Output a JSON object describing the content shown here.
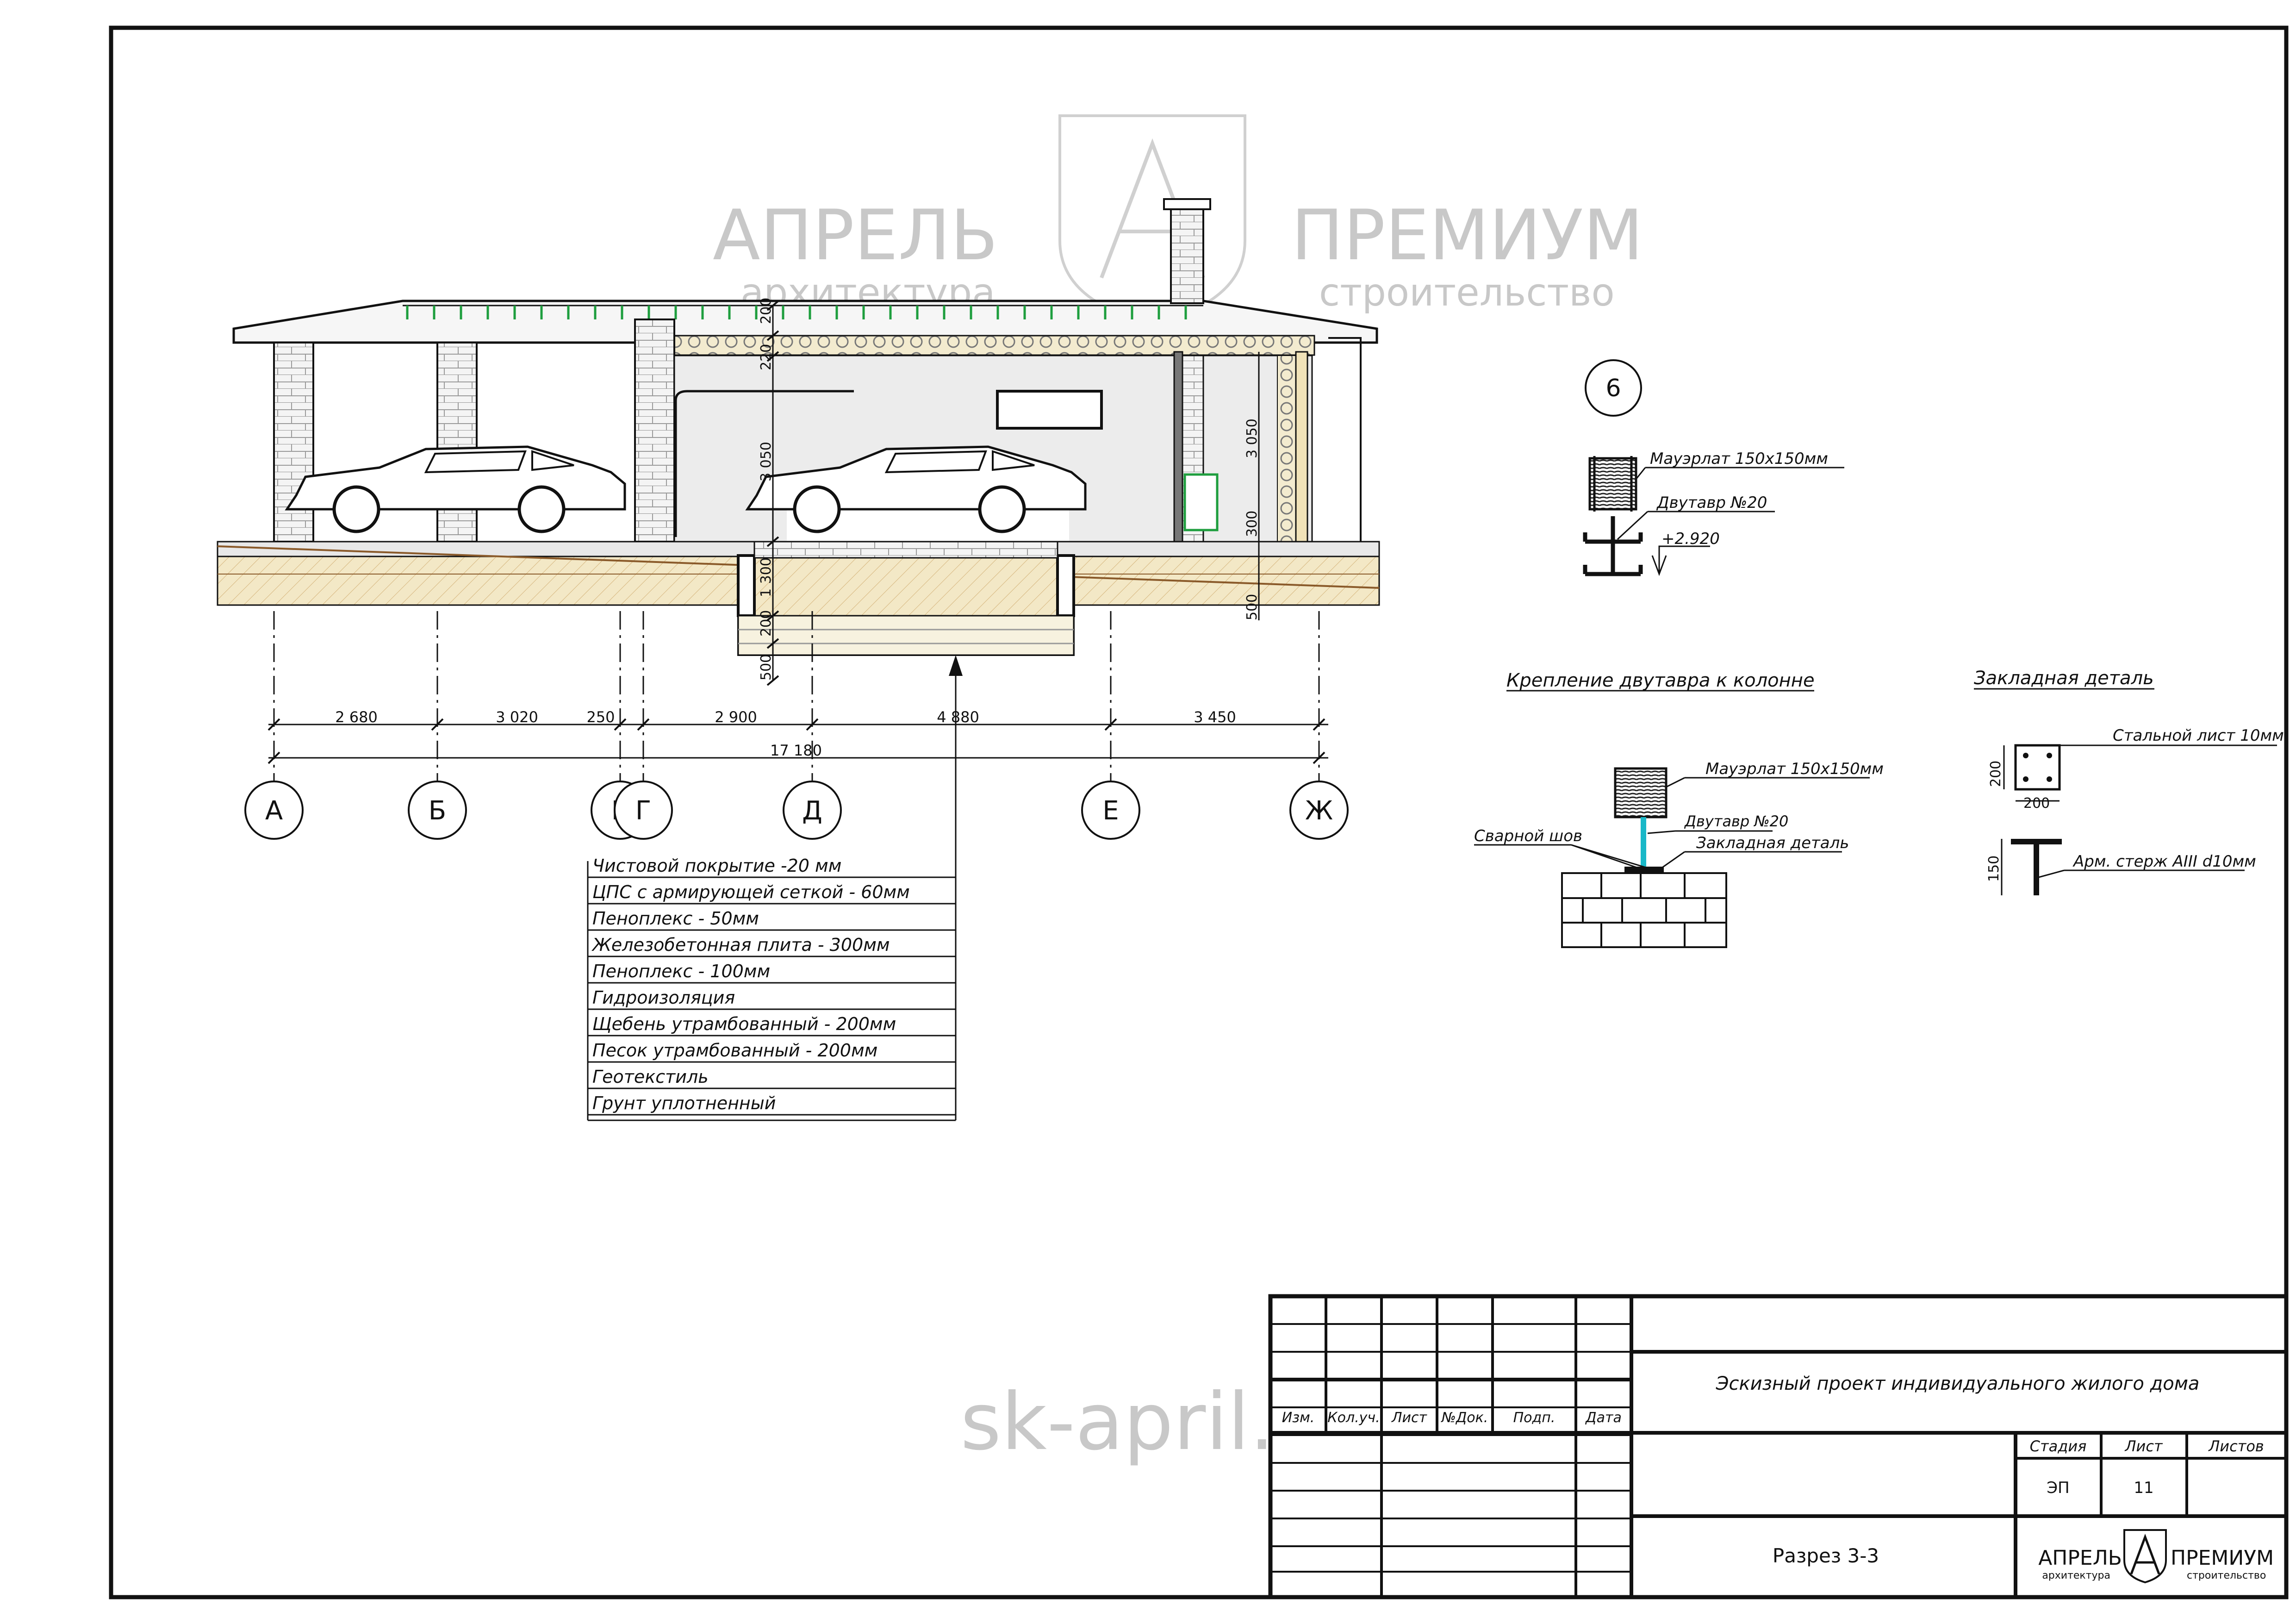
{
  "watermark": {
    "left_word": "АПРЕЛЬ",
    "left_sub": "архитектура",
    "right_word": "ПРЕМИУМ",
    "right_sub": "строительство",
    "site": "sk-april.ru"
  },
  "section": {
    "vertical_dims": [
      "200",
      "220",
      "3 050",
      "1 300",
      "200",
      "500"
    ],
    "right_dims": [
      "3 050",
      "300",
      "500"
    ],
    "horizontal_dims": [
      "2 680",
      "3 020",
      "250",
      "2 900",
      "4 880",
      "3 450"
    ],
    "total_dim": "17 180",
    "axes": [
      "А",
      "Б",
      "В",
      "Г",
      "Д",
      "Е",
      "Ж"
    ]
  },
  "layers": [
    "Чистовой покрытие -20 мм",
    "ЦПС с армирующей сеткой - 60мм",
    "Пеноплекс - 50мм",
    "Железобетонная плита - 300мм",
    "Пеноплекс - 100мм",
    "Гидроизоляция",
    "Щебень утрамбованный - 200мм",
    "Песок утрамбованный - 200мм",
    "Геотекстиль",
    "Грунт уплотненный"
  ],
  "detail6": {
    "number": "6",
    "mauerlat": "Мауэрлат 150х150мм",
    "beam": "Двутавр №20",
    "level": "+2.920"
  },
  "detail_fix": {
    "title": "Крепление двутавра к колонне",
    "mauerlat": "Мауэрлат 150х150мм",
    "beam": "Двутавр №20",
    "weld": "Сварной шов",
    "embed": "Закладная деталь"
  },
  "detail_embed": {
    "title": "Закладная деталь",
    "plate": "Стальной лист 10мм",
    "rod": "Арм. стерж AIII d10мм",
    "dim_h": "200",
    "dim_w": "200",
    "dim_rod": "150"
  },
  "stamp": {
    "headers": [
      "Изм.",
      "Кол.уч.",
      "Лист",
      "№Док.",
      "Подп.",
      "Дата"
    ],
    "project": "Эскизный проект индивидуального жилого дома",
    "stage_label": "Стадия",
    "sheet_label": "Лист",
    "sheets_label": "Листов",
    "stage": "ЭП",
    "sheet": "11",
    "sheets": "",
    "drawing": "Разрез 3-3",
    "logo_left": "АПРЕЛЬ",
    "logo_left_sub": "архитектура",
    "logo_right": "ПРЕМИУМ",
    "logo_right_sub": "строительство"
  },
  "colors": {
    "line": "#111111",
    "watermark": "#c8c8c8",
    "brick": "#b8b8b8",
    "wall_fill": "#ececec",
    "insulation": "#f1e6c0",
    "soil": "#efe3c2",
    "accent_green": "#1e9e3e",
    "accent_cyan": "#19b8c8",
    "soil_line": "#8a5a2a"
  }
}
